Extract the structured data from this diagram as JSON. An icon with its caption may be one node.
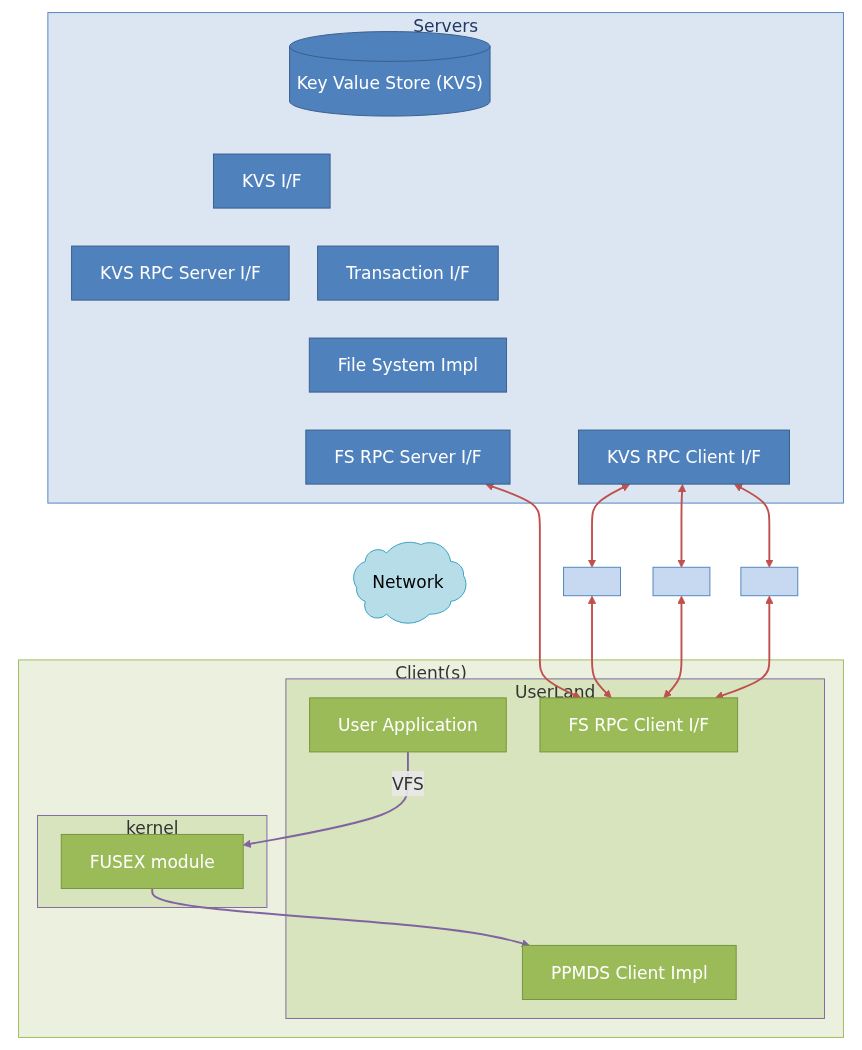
{
  "diagram": {
    "nodes": [
      {
        "text": [
          "Servers"
        ]
      },
      {
        "text": [
          "Key Value Store (KVS)"
        ],
        "in": 0
      },
      {
        "text": [
          "KVS RPC Client I/F"
        ],
        "in": 0
      },
      {
        "text": [
          "KVS I/F"
        ],
        "in": 0
      },
      {
        "text": [
          "KVS RPC Server I/F"
        ],
        "in": 0
      },
      {
        "text": [
          "Transaction I/F"
        ],
        "in": 0
      },
      {
        "text": [
          "File System Impl"
        ],
        "in": 0
      },
      {
        "text": [
          "FS RPC Server I/F"
        ],
        "in": 0
      },
      {
        "text": [],
        "shape": "box"
      },
      {
        "text": [],
        "shape": "box"
      },
      {
        "text": [],
        "shape": "box"
      },
      {
        "text": [
          "Network"
        ]
      },
      {
        "text": [
          "Client(s)"
        ]
      },
      {
        "text": [
          "UserLand"
        ],
        "in": 12
      },
      {
        "text": [
          "User Application"
        ],
        "in": 13
      },
      {
        "text": [
          "FS RPC Client I/F"
        ],
        "in": 13
      },
      {
        "text": [
          "PPMDS Client Impl"
        ],
        "in": 13
      },
      {
        "text": [
          "kernel"
        ],
        "in": 12
      },
      {
        "text": [
          "FUSEX module"
        ],
        "in": 17
      }
    ],
    "edges": [
      {
        "from": 2,
        "to": 8,
        "arrow": "both",
        "color": "#c0504d"
      },
      {
        "from": 2,
        "to": 9,
        "arrow": "both",
        "color": "#c0504d"
      },
      {
        "from": 2,
        "to": 10,
        "arrow": "both",
        "color": "#c0504d"
      },
      {
        "from": 7,
        "to": 15,
        "arrow": "both",
        "color": "#c0504d"
      },
      {
        "from": 8,
        "to": 15,
        "arrow": "both",
        "color": "#c0504d"
      },
      {
        "from": 9,
        "to": 15,
        "arrow": "both",
        "color": "#c0504d"
      },
      {
        "from": 10,
        "to": 15,
        "arrow": "both",
        "color": "#c0504d"
      },
      {
        "from": 14,
        "to": 18,
        "arrow": "to",
        "label": "VFS",
        "color": "#8064a2"
      },
      {
        "from": 18,
        "to": 16,
        "arrow": "to",
        "color": "#8064a2"
      }
    ]
  }
}
